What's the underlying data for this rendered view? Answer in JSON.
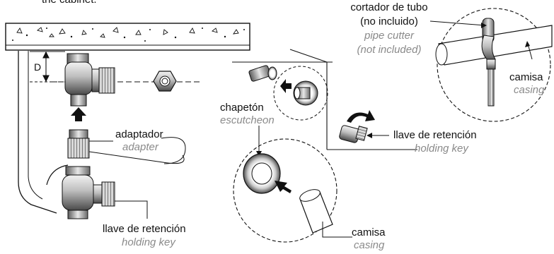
{
  "labels": {
    "top_caption": "the cabinet.",
    "dimension": "D",
    "cutter_es_1": "cortador de tubo",
    "cutter_es_2": "(no incluido)",
    "cutter_en_1": "pipe cutter",
    "cutter_en_2": "(not included)",
    "casing_top_es": "camisa",
    "casing_top_en": "casing",
    "escutcheon_es": "chapetón",
    "escutcheon_en": "escutcheon",
    "adapter_es": "adaptador",
    "adapter_en": "adapter",
    "holding_key_right_es": "llave de retención",
    "holding_key_right_en": "holding key",
    "holding_key_bottom_es": "llave de retención",
    "holding_key_bottom_en": "holding key",
    "casing_bottom_es": "camisa",
    "casing_bottom_en": "casing"
  },
  "colors": {
    "line": "#111111",
    "italic_text": "#8a8a8a",
    "metal_light": "#e6e6e6",
    "metal_mid": "#9a9a9a",
    "metal_dark": "#4a4a4a"
  }
}
